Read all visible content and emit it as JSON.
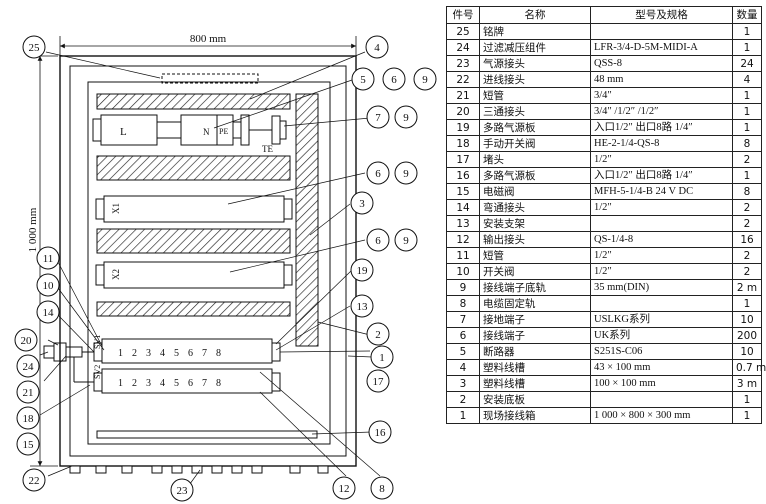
{
  "drawing": {
    "width_label": "800 mm",
    "height_label": "1 000 mm",
    "device_labels": {
      "breaker": "L",
      "n_terminal": "N",
      "pe_terminal": "PE",
      "te_terminal": "TE",
      "terminal_x1": "X1",
      "terminal_x2": "X2",
      "valve_sv1": "SV1",
      "valve_sv2": "SV2"
    },
    "manifold_top_digits": "12345678",
    "manifold_bottom_digits": "12345678",
    "callouts": {
      "c25": "25",
      "c4": "4",
      "c5": "5",
      "c6a": "6",
      "c9a": "9",
      "c7": "7",
      "c9b": "9",
      "c6b": "6",
      "c9c": "9",
      "c3": "3",
      "c6c": "6",
      "c9d": "9",
      "c19": "19",
      "c11": "11",
      "c10": "10",
      "c13": "13",
      "c14": "14",
      "c2": "2",
      "c20": "20",
      "c1": "1",
      "c24": "24",
      "c17": "17",
      "c21": "21",
      "c18": "18",
      "c15": "15",
      "c16": "16",
      "c22": "22",
      "c23": "23",
      "c12": "12",
      "c8": "8"
    }
  },
  "table": {
    "headers": [
      "件号",
      "名称",
      "型号及规格",
      "数量"
    ],
    "rows": [
      {
        "no": "25",
        "name": "铭牌",
        "spec": "",
        "qty": "1"
      },
      {
        "no": "24",
        "name": "过滤减压组件",
        "spec": "LFR-3/4-D-5M-MIDI-A",
        "qty": "1"
      },
      {
        "no": "23",
        "name": "气源接头",
        "spec": "QSS-8",
        "qty": "24"
      },
      {
        "no": "22",
        "name": "进线接头",
        "spec": "48 mm",
        "qty": "4"
      },
      {
        "no": "21",
        "name": "短管",
        "spec": "3/4″",
        "qty": "1"
      },
      {
        "no": "20",
        "name": "三通接头",
        "spec": "3/4″ /1/2″ /1/2″",
        "qty": "1"
      },
      {
        "no": "19",
        "name": "多路气源板",
        "spec": "入口1/2″ 出口8路 1/4″",
        "qty": "1"
      },
      {
        "no": "18",
        "name": "手动开关阀",
        "spec": "HE-2-1/4-QS-8",
        "qty": "8"
      },
      {
        "no": "17",
        "name": "堵头",
        "spec": "1/2″",
        "qty": "2"
      },
      {
        "no": "16",
        "name": "多路气源板",
        "spec": "入口1/2″ 出口8路 1/4″",
        "qty": "1"
      },
      {
        "no": "15",
        "name": "电磁阀",
        "spec": "MFH-5-1/4-B 24 V DC",
        "qty": "8"
      },
      {
        "no": "14",
        "name": "弯通接头",
        "spec": "1/2″",
        "qty": "2"
      },
      {
        "no": "13",
        "name": "安装支架",
        "spec": "",
        "qty": "2"
      },
      {
        "no": "12",
        "name": "输出接头",
        "spec": "QS-1/4-8",
        "qty": "16"
      },
      {
        "no": "11",
        "name": "短管",
        "spec": "1/2″",
        "qty": "2"
      },
      {
        "no": "10",
        "name": "开关阀",
        "spec": "1/2″",
        "qty": "2"
      },
      {
        "no": "9",
        "name": "接线端子底轨",
        "spec": "35 mm(DIN)",
        "qty": "2 m"
      },
      {
        "no": "8",
        "name": "电缆固定轨",
        "spec": "",
        "qty": "1"
      },
      {
        "no": "7",
        "name": "接地端子",
        "spec": "USLKG系列",
        "qty": "10"
      },
      {
        "no": "6",
        "name": "接线端子",
        "spec": "UK系列",
        "qty": "200"
      },
      {
        "no": "5",
        "name": "断路器",
        "spec": "S251S-C06",
        "qty": "10"
      },
      {
        "no": "4",
        "name": "塑料线槽",
        "spec": "43 × 100 mm",
        "qty": "0.7 m"
      },
      {
        "no": "3",
        "name": "塑料线槽",
        "spec": "100 × 100 mm",
        "qty": "3 m"
      },
      {
        "no": "2",
        "name": "安装底板",
        "spec": "",
        "qty": "1"
      },
      {
        "no": "1",
        "name": "现场接线箱",
        "spec": "1 000 × 800 × 300 mm",
        "qty": "1"
      }
    ]
  }
}
